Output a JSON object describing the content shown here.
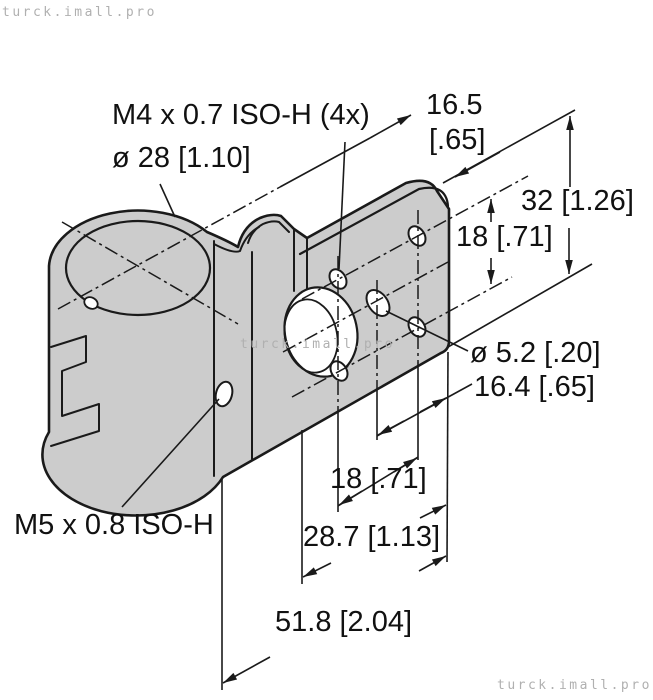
{
  "drawing": {
    "type": "isometric technical drawing of a Turck mounting bracket (clamp ring with mounting plate)",
    "labels": {
      "thread_m4": "M4 x 0.7 ISO-H (4x)",
      "dia_28": "ø 28 [1.10]",
      "dim_16_5_value": "16.5",
      "dim_16_5_inch": "[.65]",
      "dim_32": "32 [1.26]",
      "dim_18_right": "18 [.71]",
      "dia_5_2": "ø 5.2 [.20]",
      "dim_16_4": "16.4 [.65]",
      "dim_18_bottom": "18 [.71]",
      "dim_28_7": "28.7 [1.13]",
      "thread_m5": "M5 x 0.8 ISO-H",
      "dim_51_8": "51.8 [2.04]"
    },
    "colors": {
      "part_fill": "#cccccc",
      "line": "#1a1a1a",
      "watermark": "#b0b0b0",
      "background": "#ffffff"
    }
  },
  "watermarks": {
    "top_left": "turck.imall.pro",
    "center": "turck.imall.pro",
    "bottom_right": "turck.imall.pro"
  }
}
